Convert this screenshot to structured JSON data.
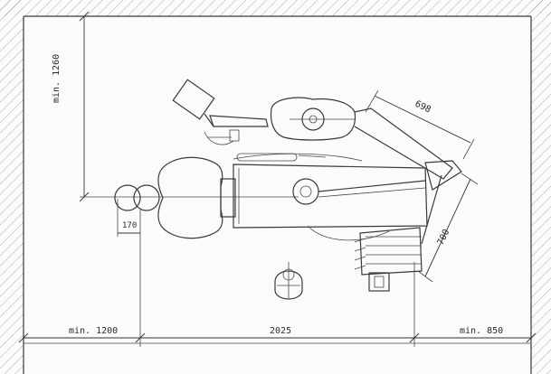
{
  "dimensions": {
    "top_min_vertical": "min. 1260",
    "left_offset": "170",
    "arm_length": "698",
    "unit_depth": "700",
    "left_clearance": "min. 1200",
    "main_length": "2025",
    "right_clearance": "min. 850"
  },
  "colors": {
    "line": "#3a3a3a",
    "hatch": "#8a8a8a",
    "background": "#fbfbfb"
  }
}
